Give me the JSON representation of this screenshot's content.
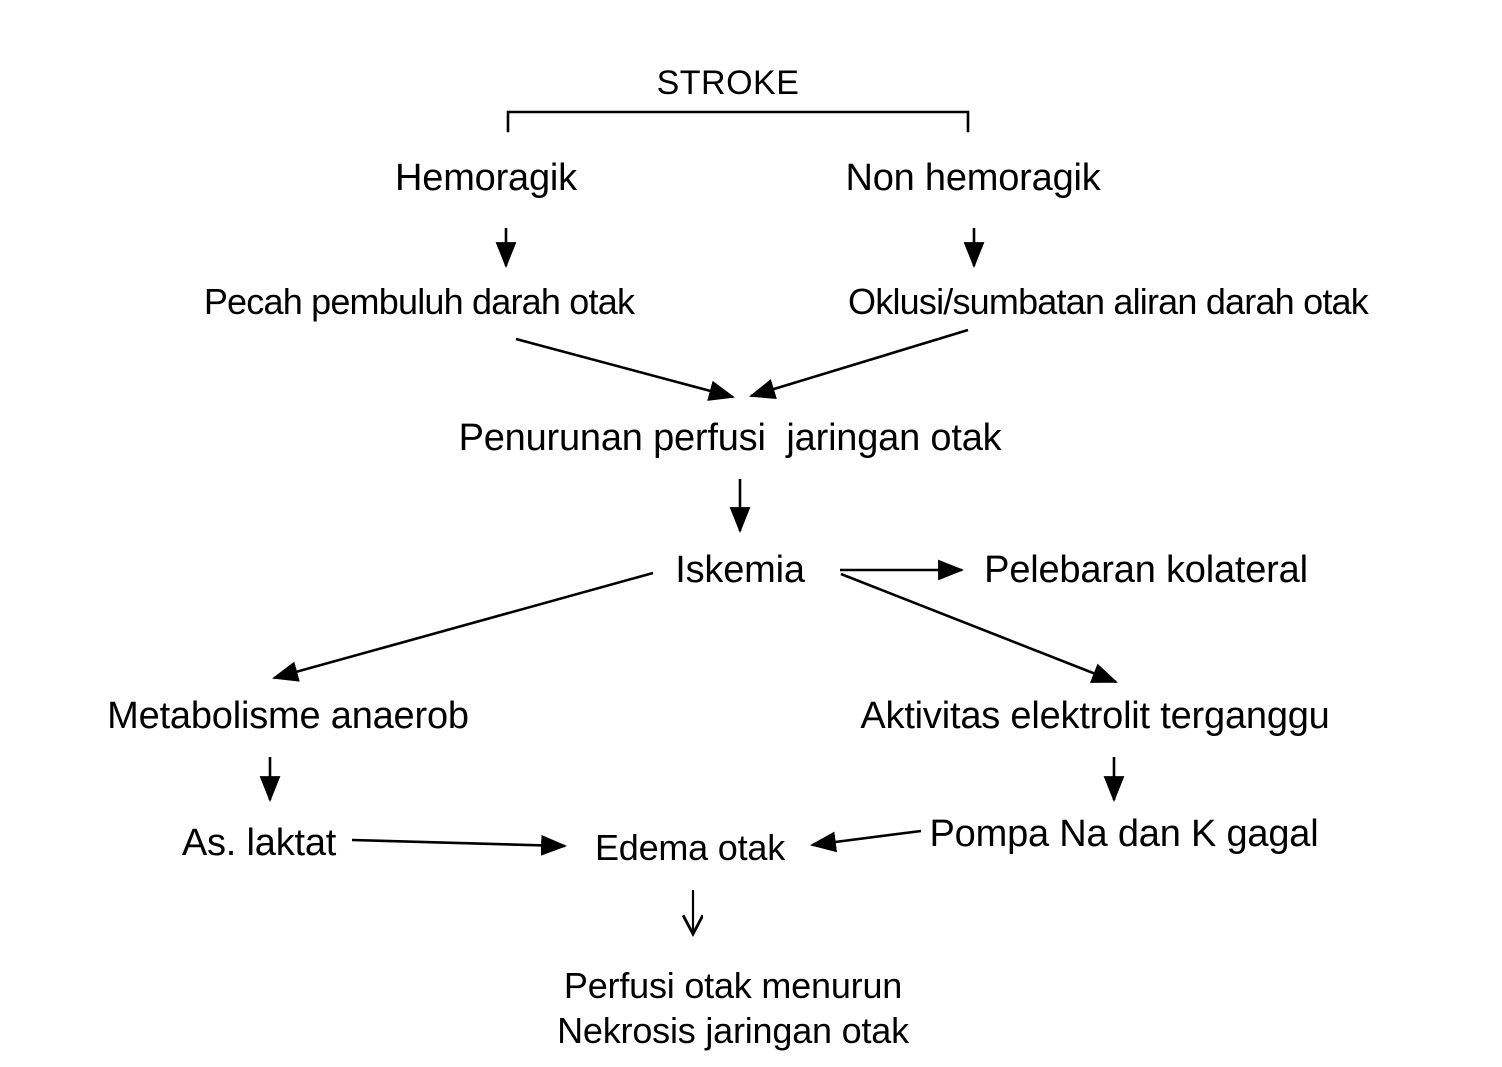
{
  "diagram": {
    "title": "STROKE",
    "language": "id",
    "background_color": "#ffffff",
    "stroke_color": "#000000",
    "nodes": [
      {
        "id": "stroke",
        "label": "STROKE"
      },
      {
        "id": "hemoragik",
        "label": "Hemoragik"
      },
      {
        "id": "non_hemoragik",
        "label": "Non hemoragik"
      },
      {
        "id": "pecah",
        "label": "Pecah pembuluh darah otak"
      },
      {
        "id": "oklusi",
        "label": "Oklusi/sumbatan aliran darah otak"
      },
      {
        "id": "penurunan",
        "label": "Penurunan perfusi  jaringan otak"
      },
      {
        "id": "iskemia",
        "label": "Iskemia"
      },
      {
        "id": "pelebaran",
        "label": "Pelebaran kolateral"
      },
      {
        "id": "metabolisme",
        "label": "Metabolisme anaerob"
      },
      {
        "id": "aktivitas",
        "label": "Aktivitas elektrolit terganggu"
      },
      {
        "id": "laktat",
        "label": "As. laktat"
      },
      {
        "id": "pompa",
        "label": "Pompa Na dan K gagal"
      },
      {
        "id": "edema",
        "label": "Edema otak"
      },
      {
        "id": "perfusi_1",
        "label": "Perfusi otak menurun"
      },
      {
        "id": "perfusi_2",
        "label": "Nekrosis jaringan otak"
      }
    ],
    "edges": [
      {
        "from": "stroke",
        "to": "hemoragik",
        "type": "bracket"
      },
      {
        "from": "stroke",
        "to": "non_hemoragik",
        "type": "bracket"
      },
      {
        "from": "hemoragik",
        "to": "pecah",
        "type": "arrow-down"
      },
      {
        "from": "non_hemoragik",
        "to": "oklusi",
        "type": "arrow-down"
      },
      {
        "from": "pecah",
        "to": "penurunan",
        "type": "arrow-diagonal"
      },
      {
        "from": "oklusi",
        "to": "penurunan",
        "type": "arrow-diagonal"
      },
      {
        "from": "penurunan",
        "to": "iskemia",
        "type": "arrow-down"
      },
      {
        "from": "iskemia",
        "to": "pelebaran",
        "type": "arrow-right"
      },
      {
        "from": "iskemia",
        "to": "metabolisme",
        "type": "arrow-diagonal"
      },
      {
        "from": "iskemia",
        "to": "aktivitas",
        "type": "arrow-diagonal"
      },
      {
        "from": "metabolisme",
        "to": "laktat",
        "type": "arrow-down"
      },
      {
        "from": "aktivitas",
        "to": "pompa",
        "type": "arrow-down"
      },
      {
        "from": "laktat",
        "to": "edema",
        "type": "arrow-right"
      },
      {
        "from": "pompa",
        "to": "edema",
        "type": "arrow-left"
      },
      {
        "from": "edema",
        "to": "perfusi_1",
        "type": "arrow-down"
      }
    ]
  }
}
